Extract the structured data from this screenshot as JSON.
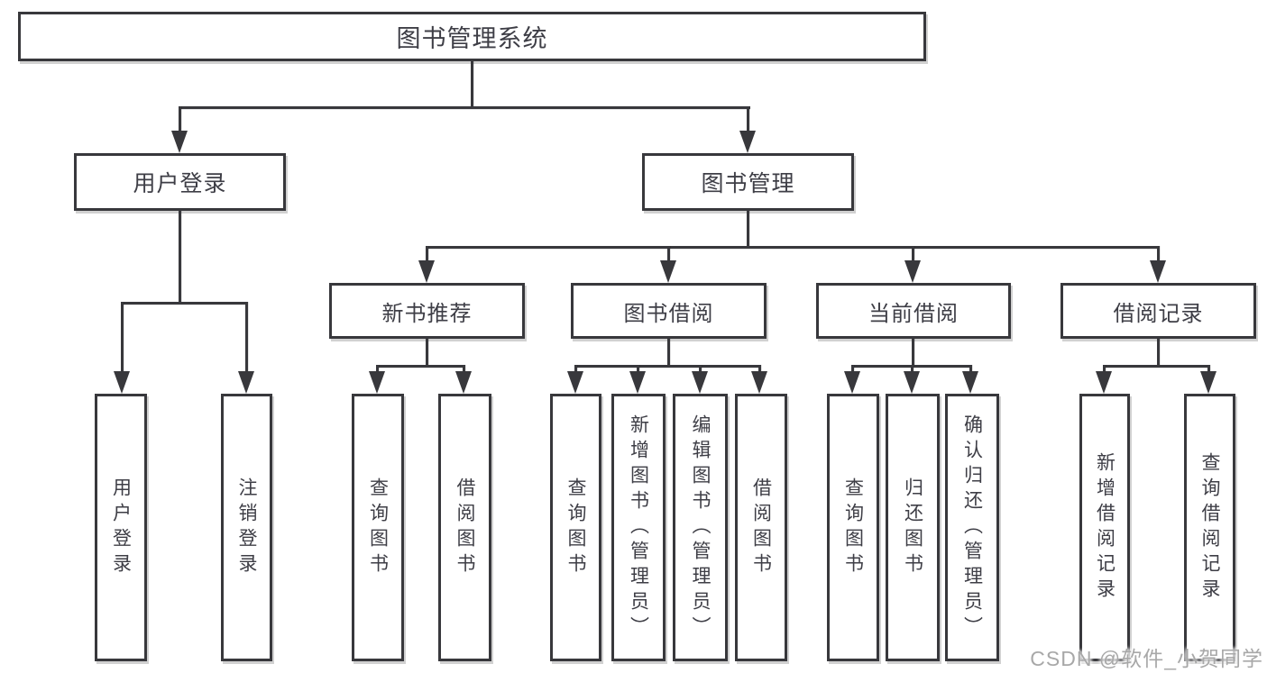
{
  "watermark": "CSDN @软件_小贺同学",
  "colors": {
    "line": "#38383c",
    "text": "#3e3e46",
    "watermark": "#a8a8a8",
    "background": "#ffffff"
  },
  "tree": {
    "label": "图书管理系统",
    "children": [
      {
        "label": "用户登录",
        "children": [
          {
            "label": "用户登录"
          },
          {
            "label": "注销登录"
          }
        ]
      },
      {
        "label": "图书管理",
        "children": [
          {
            "label": "新书推荐",
            "children": [
              {
                "label": "查询图书"
              },
              {
                "label": "借阅图书"
              }
            ]
          },
          {
            "label": "图书借阅",
            "children": [
              {
                "label": "查询图书"
              },
              {
                "label": "新增图书（管理员）"
              },
              {
                "label": "编辑图书（管理员）"
              },
              {
                "label": "借阅图书"
              }
            ]
          },
          {
            "label": "当前借阅",
            "children": [
              {
                "label": "查询图书"
              },
              {
                "label": "归还图书"
              },
              {
                "label": "确认归还（管理员）"
              }
            ]
          },
          {
            "label": "借阅记录",
            "children": [
              {
                "label": "新增借阅记录"
              },
              {
                "label": "查询借阅记录"
              }
            ]
          }
        ]
      }
    ]
  }
}
